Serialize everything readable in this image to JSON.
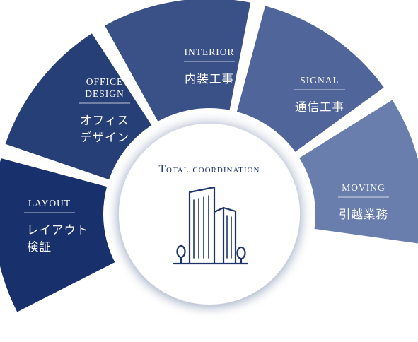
{
  "center": {
    "title": "Total coordination",
    "icon": "building-icon"
  },
  "segments": [
    {
      "id": "layout",
      "title": [
        "LAYOUT"
      ],
      "label": [
        "レイアウト",
        "検証"
      ],
      "color": "#18306b"
    },
    {
      "id": "office",
      "title": [
        "OFFICE",
        "DESIGN"
      ],
      "label": [
        "オフィス",
        "デザイン"
      ],
      "color": "#263f76"
    },
    {
      "id": "interior",
      "title": [
        "INTERIOR"
      ],
      "label": [
        "内装工事"
      ],
      "color": "#3a5188"
    },
    {
      "id": "signal",
      "title": [
        "SIGNAL"
      ],
      "label": [
        "通信工事"
      ],
      "color": "#50669a"
    },
    {
      "id": "moving",
      "title": [
        "MOVING"
      ],
      "label": [
        "引越業務"
      ],
      "color": "#6a7ead"
    }
  ],
  "colors": {
    "center_text": "#1e3466",
    "divider": "#ffffff"
  }
}
